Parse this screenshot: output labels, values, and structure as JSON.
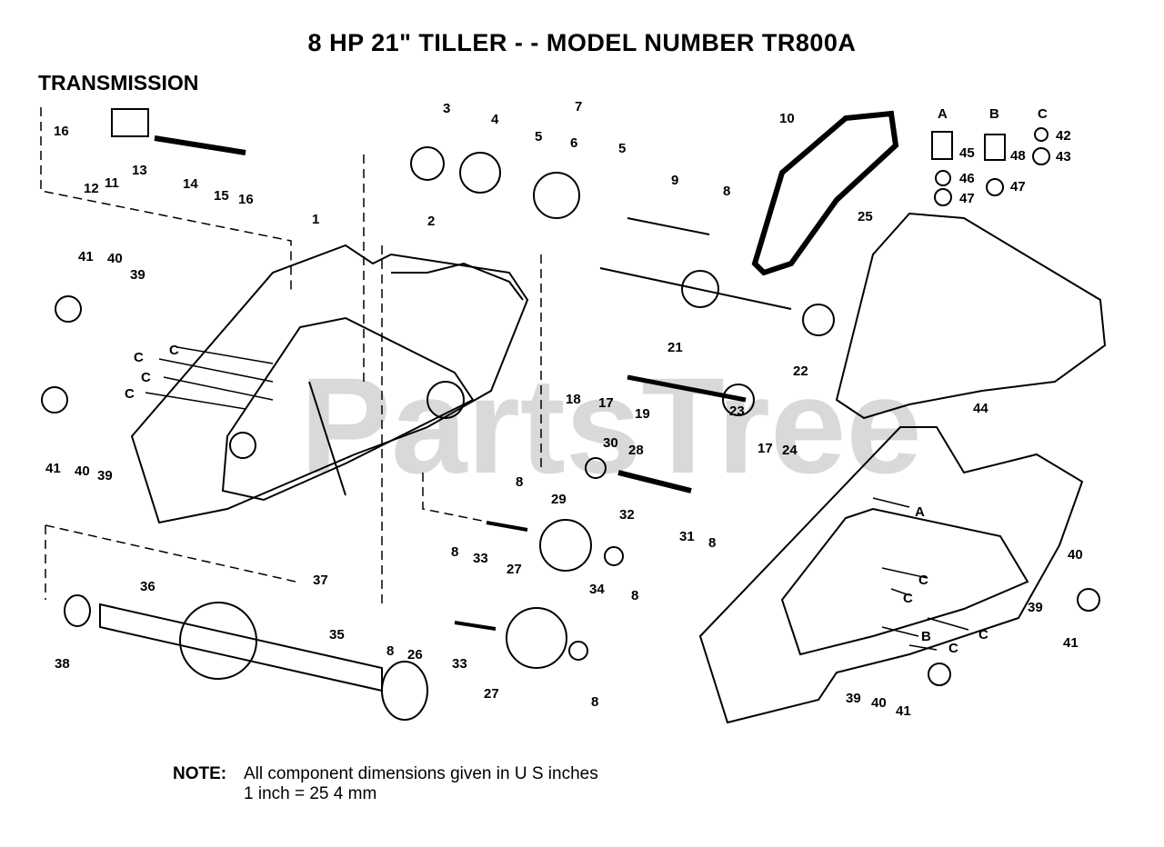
{
  "title": "8 HP 21\" TILLER - - MODEL NUMBER TR800A",
  "section": "TRANSMISSION",
  "watermark": "PartsTree",
  "note": {
    "label": "NOTE:",
    "line1": "All component dimensions given in U S  inches",
    "line2": "1 inch = 25 4 mm"
  },
  "hardware_legend": {
    "columns": [
      "A",
      "B",
      "C"
    ]
  },
  "callouts": [
    "1",
    "2",
    "3",
    "4",
    "5",
    "5",
    "6",
    "7",
    "8",
    "8",
    "8",
    "8",
    "8",
    "8",
    "8",
    "9",
    "10",
    "11",
    "12",
    "13",
    "14",
    "15",
    "16",
    "16",
    "17",
    "17",
    "18",
    "19",
    "21",
    "22",
    "23",
    "24",
    "25",
    "26",
    "27",
    "27",
    "28",
    "29",
    "30",
    "31",
    "32",
    "33",
    "33",
    "34",
    "35",
    "36",
    "37",
    "38",
    "39",
    "39",
    "39",
    "39",
    "40",
    "40",
    "40",
    "40",
    "41",
    "41",
    "41",
    "41",
    "42",
    "43",
    "44",
    "45",
    "46",
    "47",
    "47",
    "48",
    "C",
    "C",
    "C",
    "C",
    "C",
    "C",
    "C",
    "C",
    "A",
    "B"
  ]
}
